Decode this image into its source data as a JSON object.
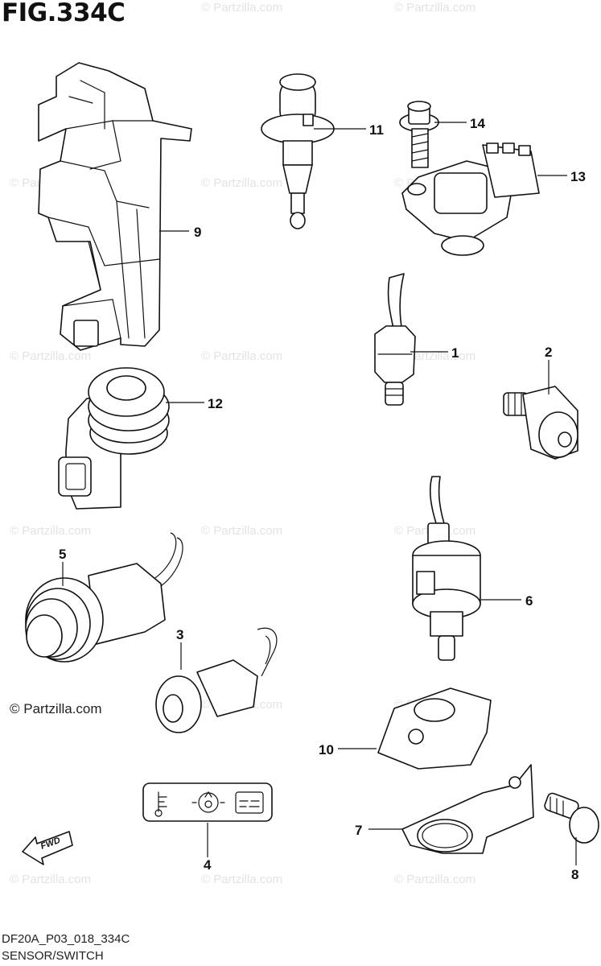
{
  "figure_title": "FIG.334C",
  "footer": {
    "code": "DF20A_P03_018_334C",
    "name": "SENSOR/SWITCH"
  },
  "watermark": "© Partzilla.com",
  "fwd_arrow_label": "FWD",
  "callouts": {
    "c1": "1",
    "c2": "2",
    "c3": "3",
    "c4": "4",
    "c5": "5",
    "c6": "6",
    "c7": "7",
    "c8": "8",
    "c9": "9",
    "c10": "10",
    "c11": "11",
    "c12": "12",
    "c13": "13",
    "c14": "14"
  },
  "colors": {
    "line": "#111111",
    "watermark": "#e3e3e3",
    "background": "#ffffff"
  }
}
